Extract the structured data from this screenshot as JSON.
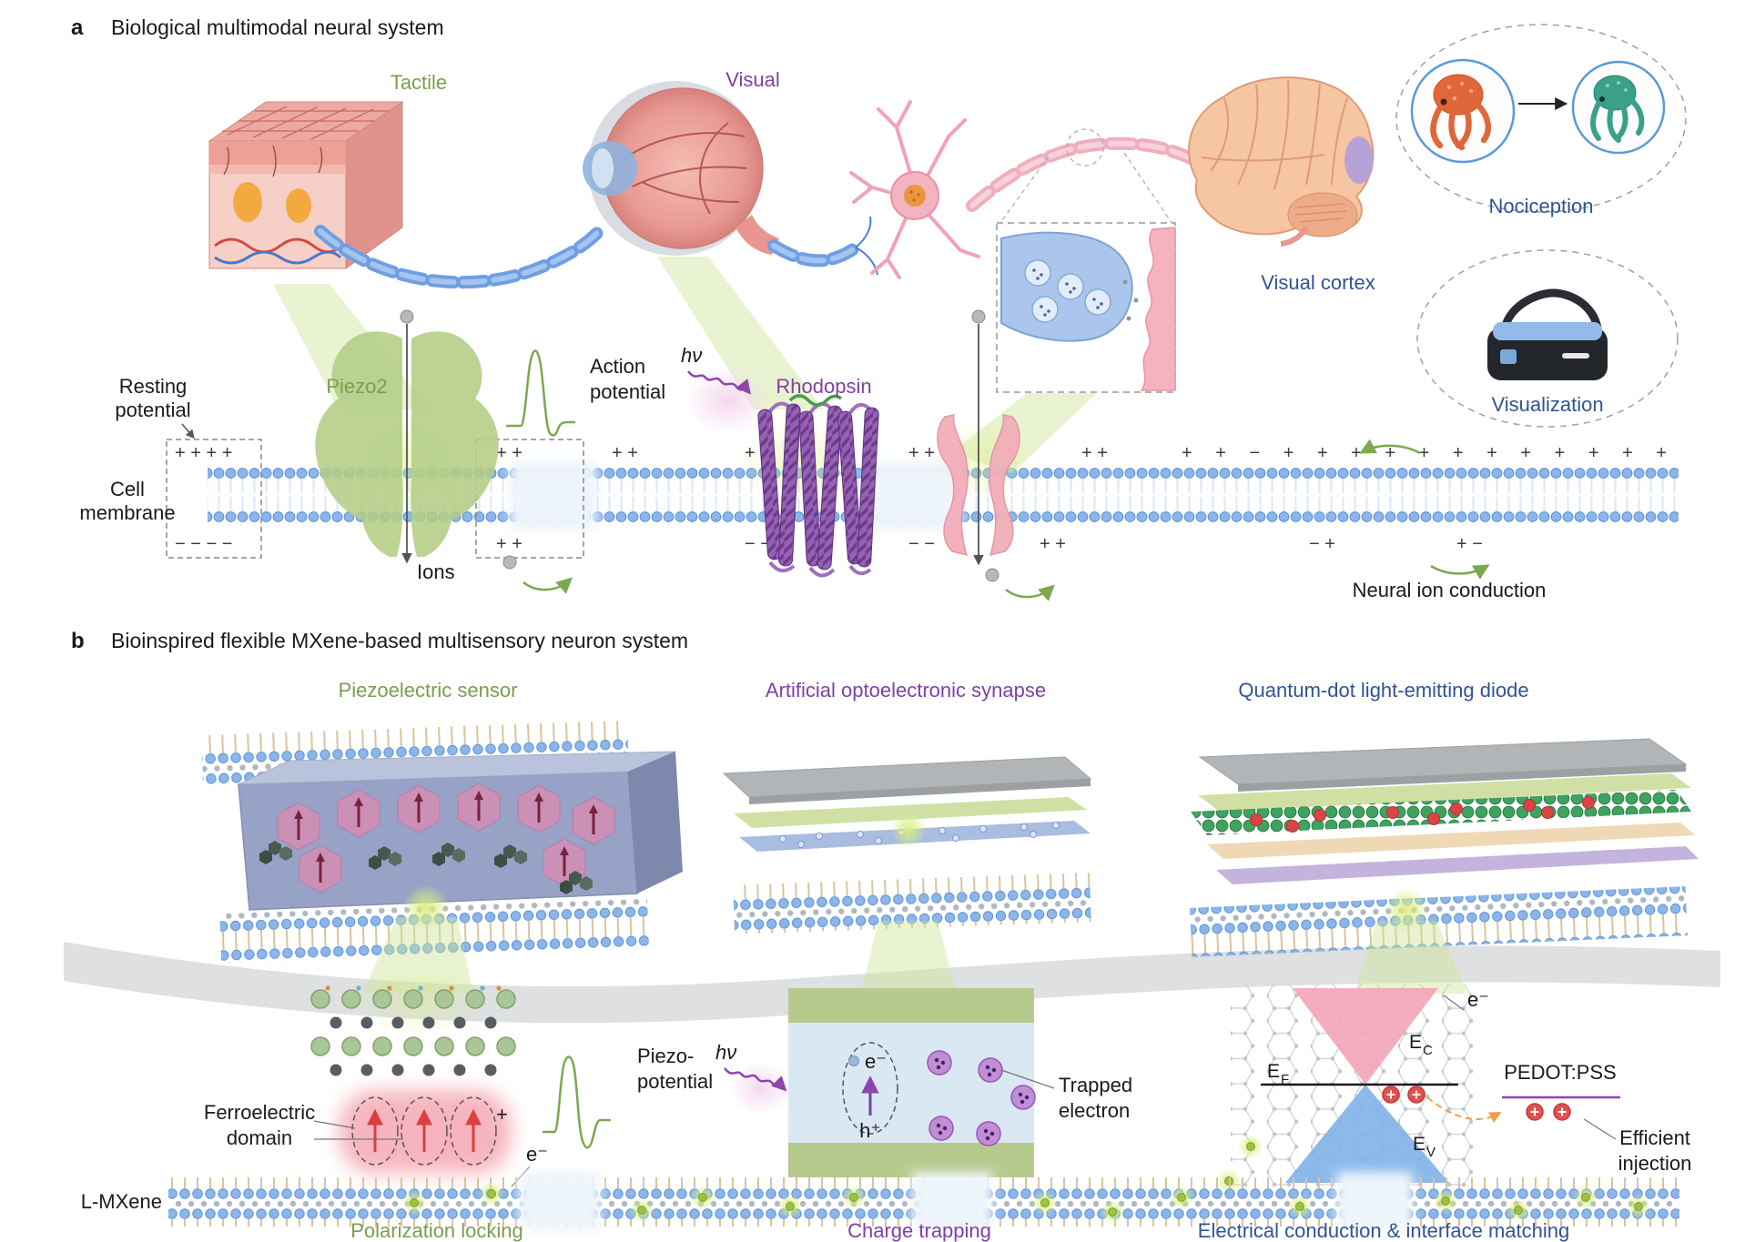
{
  "colors": {
    "green_label": "#7a9e50",
    "purple_label": "#8040a8",
    "blue_label": "#2f5496",
    "membrane_blue": "#8ab6ea",
    "glow_green": "#d9ee7e",
    "qd_green": "#3fa360",
    "qd_red": "#d94545"
  },
  "panel_a": {
    "tag": "a",
    "title": "Biological multimodal neural system",
    "tactile": "Tactile",
    "visual": "Visual",
    "nociception": "Nociception",
    "visual_cortex": "Visual cortex",
    "visualization": "Visualization",
    "resting_potential_line1": "Resting",
    "resting_potential_line2": "potential",
    "cell_membrane_line1": "Cell",
    "cell_membrane_line2": "membrane",
    "piezo2": "Piezo2",
    "action_potential_line1": "Action",
    "action_potential_line2": "potential",
    "hv": "hν",
    "rhodopsin": "Rhodopsin",
    "ions": "Ions",
    "neural_ion_conduction": "Neural ion conduction",
    "membrane_signs_top": [
      "+ + + +",
      "+ +",
      "+ +",
      "+ +",
      "+ +",
      "+ +",
      "+ + − + + + + + + + + + + + +"
    ],
    "membrane_signs_bottom": [
      "− − − −",
      "+ +",
      "− −",
      "− −",
      "+ +",
      "− +",
      "+ −"
    ]
  },
  "panel_b": {
    "tag": "b",
    "title": "Bioinspired flexible MXene-based multisensory neuron system",
    "piezoelectric_sensor": "Piezoelectric sensor",
    "optoelectronic_synapse": "Artificial optoelectronic synapse",
    "qled": "Quantum-dot light-emitting diode",
    "ferroelectric_domain_line1": "Ferroelectric",
    "ferroelectric_domain_line2": "domain",
    "plus": "+",
    "electron": "e⁻",
    "hole": "h⁺",
    "piezo_potential_line1": "Piezo-",
    "piezo_potential_line2": "potential",
    "hv": "hν",
    "trapped_electron_line1": "Trapped",
    "trapped_electron_line2": "electron",
    "energy_e": "E",
    "energy_f_sub": "F",
    "energy_c_sub": "C",
    "energy_v_sub": "V",
    "pedot_pss": "PEDOT:PSS",
    "efficient_injection_line1": "Efficient",
    "efficient_injection_line2": "injection",
    "l_mxene": "L-MXene",
    "polarization_locking": "Polarization locking",
    "charge_trapping": "Charge trapping",
    "electrical_conduction": "Electrical conduction & interface matching"
  }
}
